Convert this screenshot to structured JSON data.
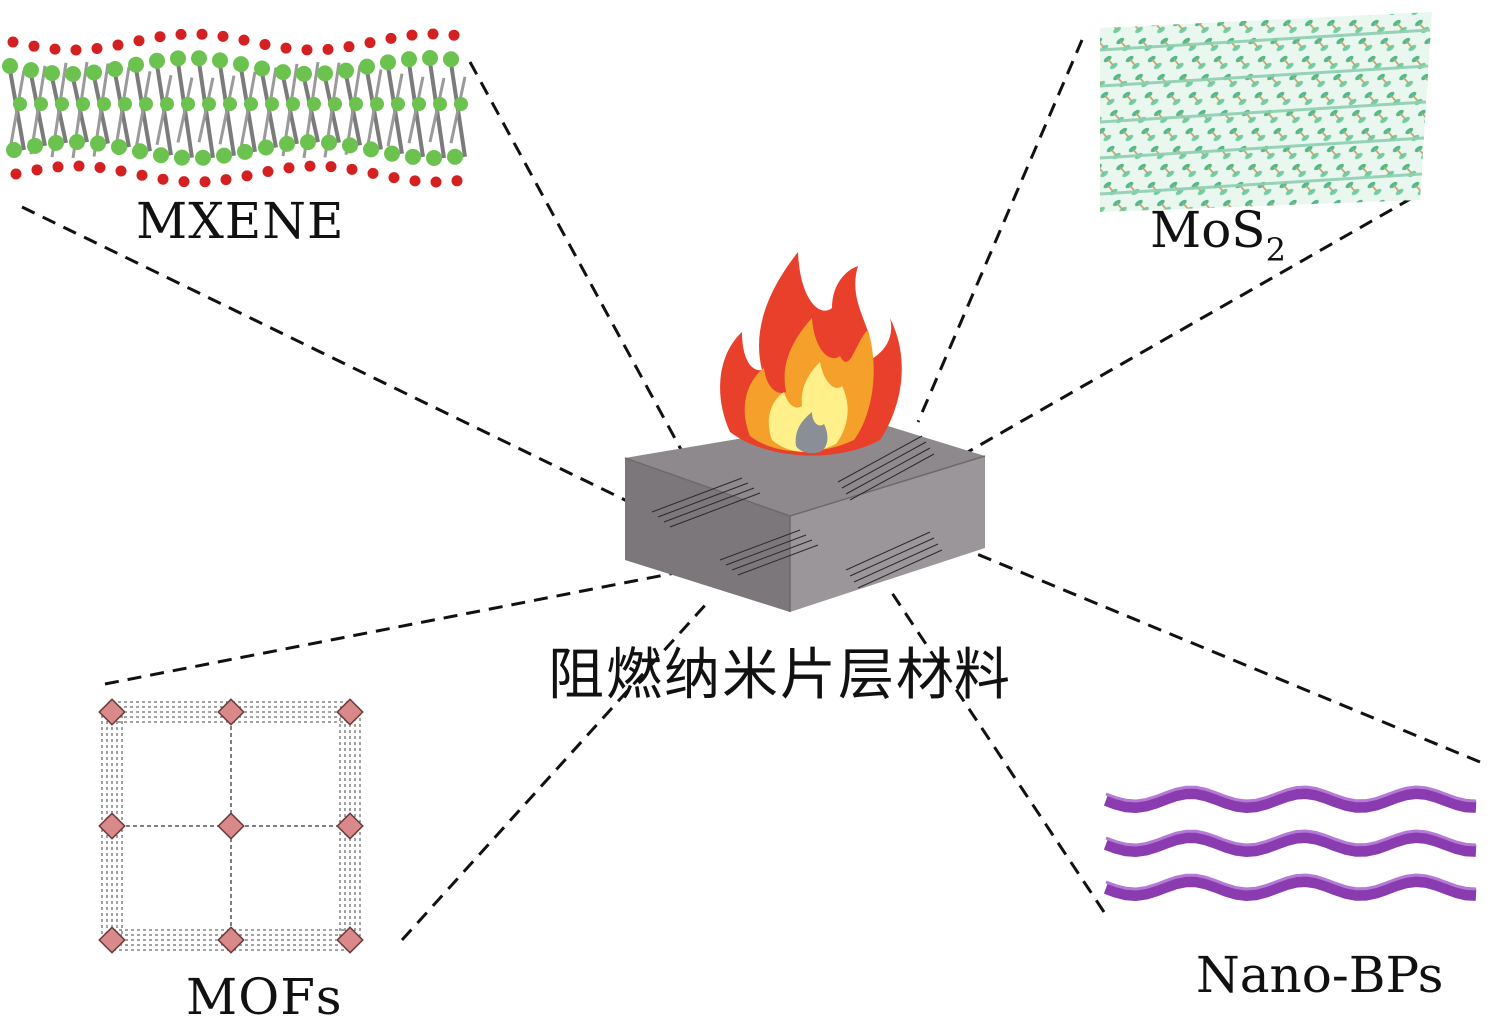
{
  "labels": {
    "center": "阻燃纳米片层材料",
    "mxene": "MXENE",
    "mos2_main": "MoS",
    "mos2_sub": "2",
    "mofs": "MOFs",
    "nano_bps": "Nano-BPs"
  },
  "colors": {
    "dash_line": "#111111",
    "block_top": "#8f8b8f",
    "block_front": "#7a767a",
    "block_side": "#9c989c",
    "flame_outer": "#e8402a",
    "flame_mid": "#f5a02a",
    "flame_inner": "#fff08a",
    "mxene_atom_green": "#6bc24f",
    "mxene_atom_red": "#d42020",
    "mos2_green": "#5cc49a",
    "mof_node": "#d9898a",
    "bp_purple": "#8a3bb0"
  }
}
